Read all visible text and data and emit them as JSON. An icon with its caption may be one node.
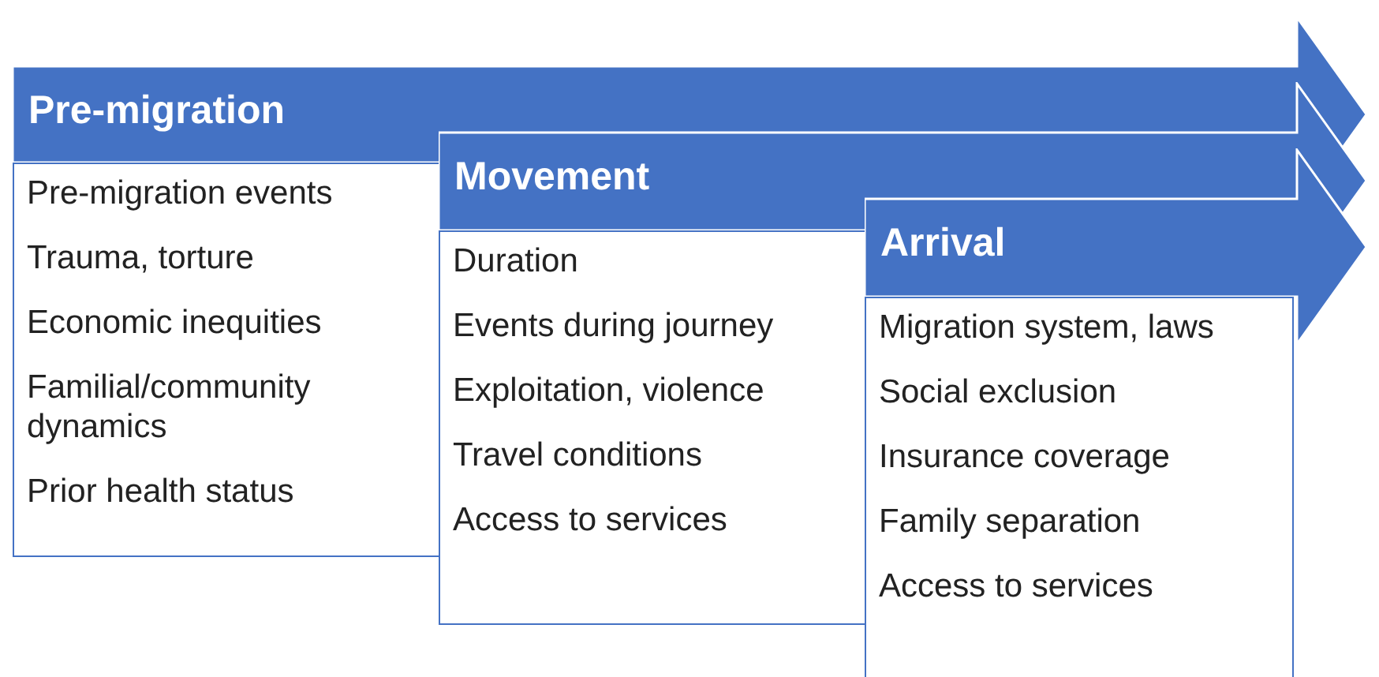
{
  "diagram": {
    "nodes": [
      {
        "text": [
          "Pre-migration"
        ]
      },
      {
        "text": [
          "Pre-migration events",
          "Trauma, torture",
          "Economic inequities",
          "Familial/community dynamics",
          "Prior health status"
        ]
      },
      {
        "text": [
          "Movement"
        ]
      },
      {
        "text": [
          "Duration",
          "Events during journey",
          "Exploitation, violence",
          "Travel conditions",
          "Access to services"
        ]
      },
      {
        "text": [
          "Arrival"
        ]
      },
      {
        "text": [
          "Migration system, laws",
          "Social exclusion",
          "Insurance coverage",
          "Family separation",
          "Access to services"
        ]
      }
    ]
  }
}
